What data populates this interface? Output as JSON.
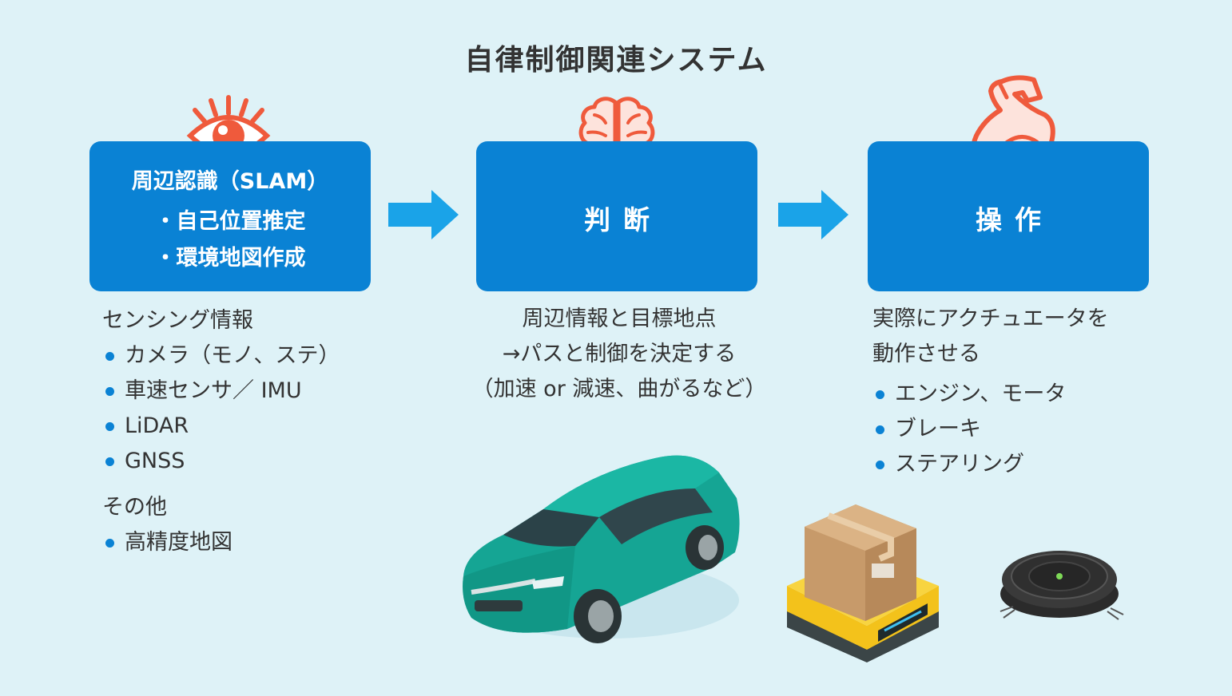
{
  "title": "自律制御関連システム",
  "colors": {
    "background": "#def2f7",
    "box": "#0a82d4",
    "arrow": "#1aa3e8",
    "icon": "#ef5a3c",
    "bullet": "#0a82d4"
  },
  "perception": {
    "icon": "eye-icon",
    "box_heading": "周辺認識（SLAM）",
    "box_items": [
      "・自己位置推定",
      "・環境地図作成"
    ],
    "desc_heading": "センシング情報",
    "sensing_items": [
      "カメラ（モノ、ステ）",
      "車速センサ／ IMU",
      "LiDAR",
      "GNSS"
    ],
    "other_heading": "その他",
    "other_items": [
      "高精度地図"
    ]
  },
  "judgment": {
    "icon": "brain-icon",
    "box_label": "判断",
    "desc_lines": [
      "周辺情報と目標地点",
      "→パスと制御を決定する",
      "（加速 or 減速、曲がるなど）"
    ]
  },
  "operation": {
    "icon": "muscle-arm-icon",
    "box_label": "操作",
    "desc_lines": [
      "実際にアクチュエータを",
      "動作させる"
    ],
    "items": [
      "エンジン、モータ",
      "ブレーキ",
      "ステアリング"
    ]
  },
  "illustrations": [
    "car-illustration",
    "delivery-robot-illustration",
    "robot-vacuum-illustration"
  ]
}
